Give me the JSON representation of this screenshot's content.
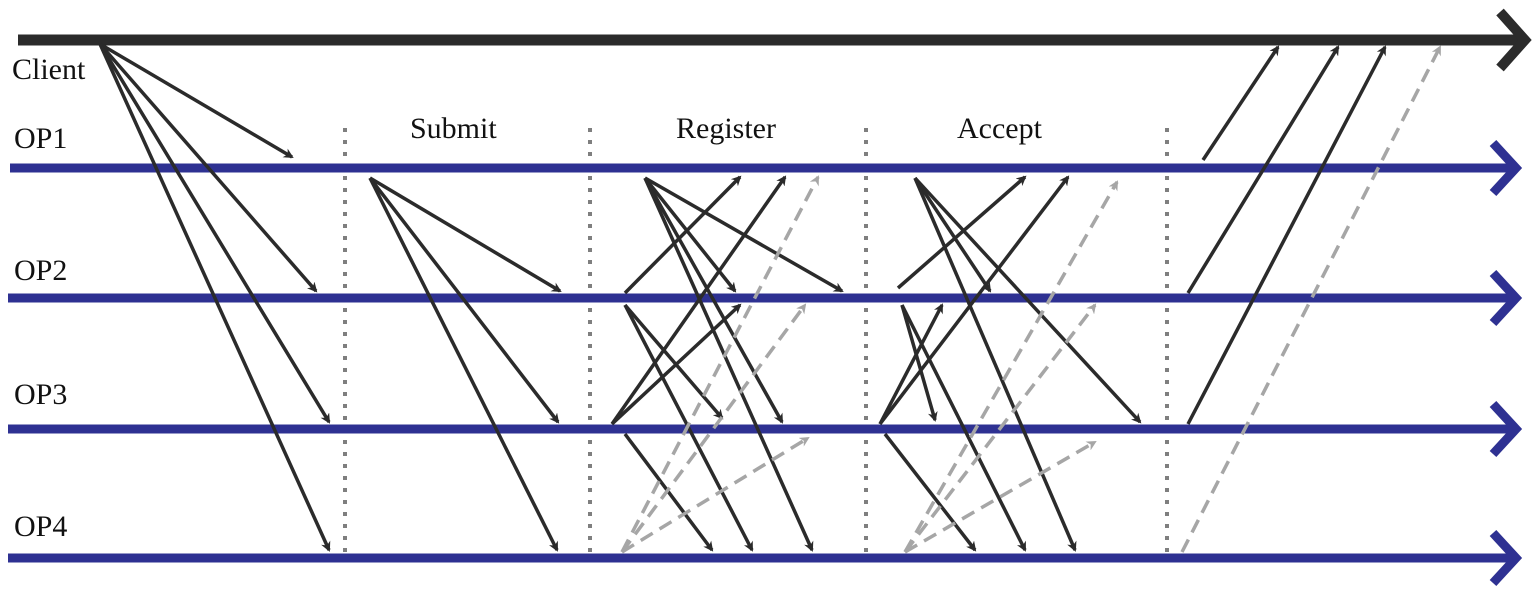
{
  "lanes": [
    {
      "id": "client",
      "label": "Client",
      "color": "#2b2b2b"
    },
    {
      "id": "op1",
      "label": "OP1",
      "color": "#2e3192"
    },
    {
      "id": "op2",
      "label": "OP2",
      "color": "#2e3192"
    },
    {
      "id": "op3",
      "label": "OP3",
      "color": "#2e3192"
    },
    {
      "id": "op4",
      "label": "OP4",
      "color": "#2e3192"
    }
  ],
  "phases": [
    {
      "label": "Submit"
    },
    {
      "label": "Register"
    },
    {
      "label": "Accept"
    }
  ],
  "colors": {
    "message": "#2b2b2b",
    "dashed_message": "#a6a6a6",
    "separator": "#7f7f7f"
  }
}
